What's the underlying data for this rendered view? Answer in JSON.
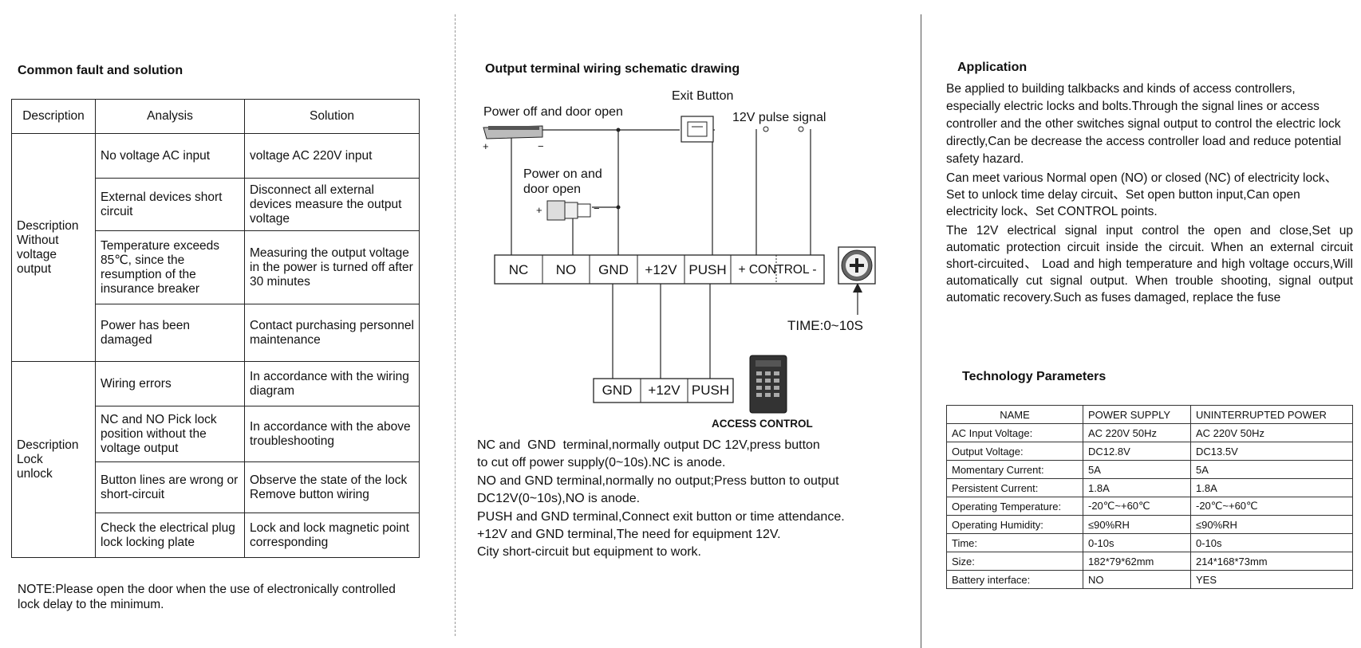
{
  "fault_section": {
    "title": "Common fault and solution",
    "headers": [
      "Description",
      "Analysis",
      "Solution"
    ],
    "groups": [
      {
        "description": "Description Without voltage output",
        "rows": [
          {
            "analysis": "No voltage AC input",
            "solution": "voltage AC 220V input"
          },
          {
            "analysis": "External devices short circuit",
            "solution": "Disconnect all external devices measure the output voltage"
          },
          {
            "analysis": "Temperature exceeds 85℃, since the resumption of the insurance breaker",
            "solution": "Measuring the output voltage in the power is turned off after 30 minutes"
          },
          {
            "analysis": "Power has been damaged",
            "solution": "Contact purchasing personnel maintenance"
          }
        ]
      },
      {
        "description": "Description Lock unlock",
        "rows": [
          {
            "analysis": "Wiring errors",
            "solution": "In accordance with the wiring diagram"
          },
          {
            "analysis": "NC and NO Pick lock position without the voltage output",
            "solution": "In accordance with the above troubleshooting"
          },
          {
            "analysis": "Button lines are wrong or short-circuit",
            "solution": "Observe the state of the lock Remove button wiring"
          },
          {
            "analysis": "Check the electrical plug lock locking plate",
            "solution": "Lock and lock magnetic point corresponding"
          }
        ]
      }
    ],
    "note": "NOTE:Please open the door when the use of electronically controlled lock delay to the minimum."
  },
  "wiring_section": {
    "title": "Output terminal wiring schematic drawing",
    "labels": {
      "power_off": "Power off and door open",
      "exit_button": "Exit Button",
      "pulse": "12V pulse signal",
      "power_on_1": "Power on and",
      "power_on_2": "door open",
      "time": "TIME:0~10S",
      "access_control": "ACCESS CONTROL",
      "plus": "+",
      "minus": "−"
    },
    "terminals_top": [
      "NC",
      "NO",
      "GND",
      "+12V",
      "PUSH",
      "+ CONTROL -"
    ],
    "terminals_bottom": [
      "GND",
      "+12V",
      "PUSH"
    ],
    "description_lines": [
      "NC and  GND  terminal,normally output DC 12V,press button",
      "to cut off power supply(0~10s).NC is anode.",
      "NO and GND terminal,normally no output;Press button to output",
      "DC12V(0~10s),NO is anode.",
      "PUSH and GND terminal,Connect exit button or time attendance.",
      "+12V and GND terminal,The need for equipment 12V.",
      "City short-circuit but equipment to work."
    ]
  },
  "application_section": {
    "title": "Application",
    "paragraphs": [
      "Be applied to building talkbacks and kinds of access controllers, especially electric locks and bolts.Through the signal lines or access  controller and the other switches signal output to control the electric lock directly,Can be decrease the access controller load and reduce potential safety hazard.",
      "Can meet various Normal  open (NO) or closed (NC) of electricity lock、Set to unlock time delay circuit、Set open button input,Can open electricity lock、Set CONTROL points.",
      "The 12V electrical signal input control the open and close,Set up automatic protection circuit inside the circuit. When an external circuit short-circuited、 Load and high temperature and high voltage occurs,Will automatically cut signal output. When trouble shooting, signal output automatic recovery.Such as fuses damaged, replace the fuse"
    ]
  },
  "tech_section": {
    "title": "Technology Parameters",
    "headers": [
      "NAME",
      "POWER SUPPLY",
      "UNINTERRUPTED POWER"
    ],
    "rows": [
      [
        "AC Input Voltage:",
        "AC 220V 50Hz",
        "AC 220V 50Hz"
      ],
      [
        "Output Voltage:",
        "DC12.8V",
        "DC13.5V"
      ],
      [
        "Momentary  Current:",
        "5A",
        "5A"
      ],
      [
        "Persistent Current:",
        "1.8A",
        "1.8A"
      ],
      [
        "Operating Temperature:",
        "-20℃~+60℃",
        "-20℃~+60℃"
      ],
      [
        "Operating Humidity:",
        "≤90%RH",
        "≤90%RH"
      ],
      [
        "Time:",
        "0-10s",
        "0-10s"
      ],
      [
        "Size:",
        "182*79*62mm",
        "214*168*73mm"
      ],
      [
        "Battery interface:",
        "NO",
        "YES"
      ]
    ]
  }
}
